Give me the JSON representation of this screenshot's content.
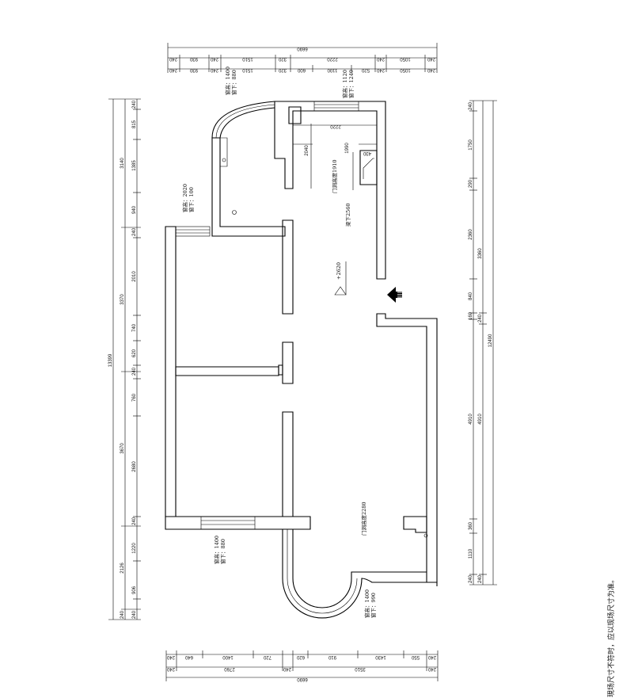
{
  "plan": {
    "dims_top": {
      "overall": "6690",
      "row1": [
        "240",
        "930",
        "240",
        "1510",
        "320",
        "2220",
        "240",
        "1050",
        "240"
      ],
      "row2": [
        "240",
        "930",
        "240",
        "1510",
        "320",
        "600",
        "1100",
        "520",
        "240",
        "1050",
        "240"
      ]
    },
    "dims_bottom": {
      "overall": "6690",
      "row1": [
        "240",
        "640",
        "1400",
        "720",
        "620",
        "910",
        "1430",
        "550",
        "240"
      ],
      "row2": [
        "240",
        "2760",
        "240",
        "3510",
        "240"
      ]
    },
    "dims_left": {
      "overall": "13399",
      "group": [
        "3140",
        "3370",
        "3670",
        "2126",
        "240"
      ],
      "detail": [
        "240",
        "815",
        "1385",
        "940",
        "240",
        "2010",
        "740",
        "620",
        "240",
        "760",
        "2680",
        "240",
        "1220",
        "906",
        "240"
      ]
    },
    "dims_right": {
      "overall": "12490",
      "group": [
        "3360",
        "240",
        "4910",
        "240"
      ],
      "detail": [
        "240",
        "1750",
        "290",
        "2360",
        "840",
        "160",
        "4910",
        "360",
        "1110",
        "240"
      ]
    },
    "interior_dims": {
      "d1": "2220",
      "d2": "2040",
      "d3": "1990",
      "d4": "430"
    },
    "annotations": {
      "window1_height": "窗高：1400",
      "window1_sill": "窗下：880",
      "window2_height": "窗高：1120",
      "window2_sill": "窗下：1240",
      "window3_height": "窗高：2020",
      "window3_sill": "窗下：100",
      "window4_height": "窗高：1400",
      "window4_sill": "窗下：880",
      "window5_height": "窗高：1400",
      "window5_sill": "窗下：990",
      "door_opening_1": "门洞高度1910",
      "beam": "梁下2560",
      "door_opening_2": "门洞高度2280",
      "level": "+2620"
    },
    "side_note": "現场尺寸不符时，应以现场尺寸为准。"
  }
}
